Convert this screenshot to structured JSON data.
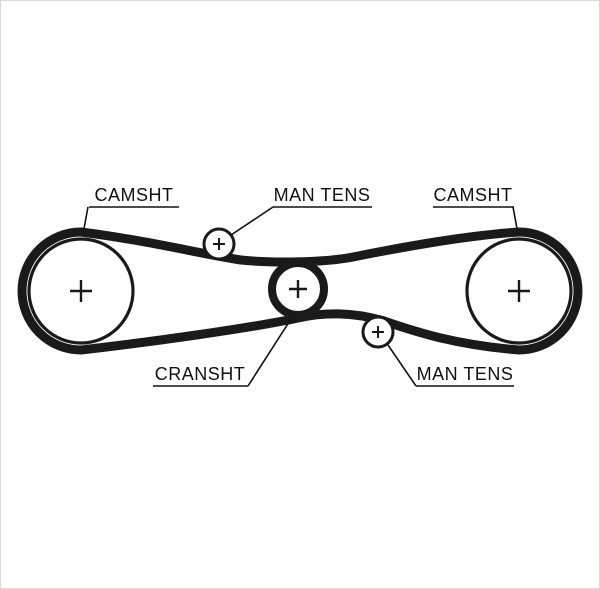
{
  "diagram": {
    "type": "timing-belt-routing-diagram",
    "labels": {
      "camshaft_left": "CAMSHT",
      "tensioner_top": "MAN TENS",
      "camshaft_right": "CAMSHT",
      "crankshaft": "CRANSHT",
      "tensioner_bottom": "MAN TENS"
    },
    "markers": {
      "pulley_center": "plus-marker"
    },
    "colors": {
      "line": "#1a1a1a",
      "background": "#ffffff",
      "border": "#d9d9d9"
    }
  }
}
